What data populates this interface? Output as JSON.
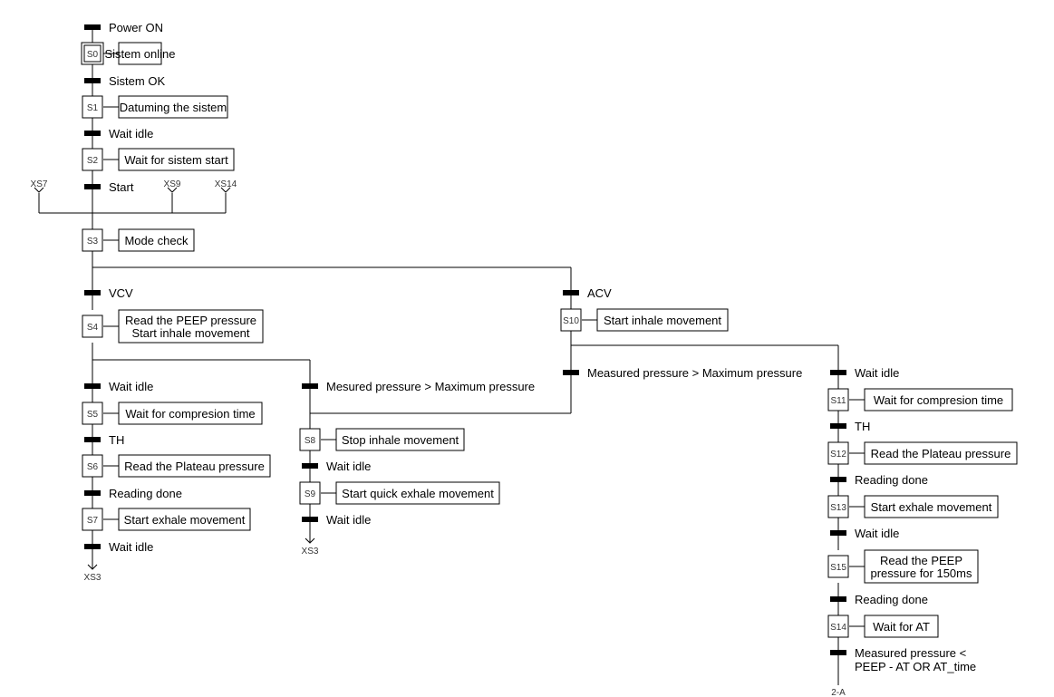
{
  "steps": [
    {
      "id": "S0",
      "action": [
        "Sistem online"
      ]
    },
    {
      "id": "S1",
      "action": [
        "Datuming the sistem"
      ]
    },
    {
      "id": "S2",
      "action": [
        "Wait for sistem start"
      ]
    },
    {
      "id": "S3",
      "action": [
        "Mode check"
      ]
    },
    {
      "id": "S4",
      "action": [
        "Read the PEEP pressure",
        "Start inhale movement"
      ]
    },
    {
      "id": "S5",
      "action": [
        "Wait for compresion time"
      ]
    },
    {
      "id": "S6",
      "action": [
        "Read the Plateau pressure"
      ]
    },
    {
      "id": "S7",
      "action": [
        "Start exhale movement"
      ]
    },
    {
      "id": "S8",
      "action": [
        "Stop inhale movement"
      ]
    },
    {
      "id": "S9",
      "action": [
        "Start quick exhale movement"
      ]
    },
    {
      "id": "S10",
      "action": [
        "Start inhale movement"
      ]
    },
    {
      "id": "S11",
      "action": [
        "Wait for compresion time"
      ]
    },
    {
      "id": "S12",
      "action": [
        "Read the Plateau pressure"
      ]
    },
    {
      "id": "S13",
      "action": [
        "Start exhale movement"
      ]
    },
    {
      "id": "S15",
      "action": [
        "Read the PEEP",
        "pressure for 150ms"
      ]
    },
    {
      "id": "S14",
      "action": [
        "Wait for AT"
      ]
    }
  ],
  "transitions": [
    [
      "Power ON"
    ],
    [
      "Sistem OK"
    ],
    [
      "Wait idle"
    ],
    [
      "Start"
    ],
    [
      "VCV"
    ],
    [
      "ACV"
    ],
    [
      "Wait idle"
    ],
    [
      "Mesured pressure > Maximum pressure"
    ],
    [
      "Measured pressure > Maximum pressure"
    ],
    [
      "Wait idle"
    ],
    [
      "TH"
    ],
    [
      "Reading done"
    ],
    [
      "Wait idle"
    ],
    [
      "Wait idle"
    ],
    [
      "Wait idle"
    ],
    [
      "TH"
    ],
    [
      "Reading done"
    ],
    [
      "Wait idle"
    ],
    [
      "Reading done"
    ],
    [
      "Measured pressure <",
      "PEEP - AT OR AT_time"
    ]
  ],
  "references": [
    "XS7",
    "XS9",
    "XS14",
    "XS3",
    "XS3",
    "2-A"
  ]
}
